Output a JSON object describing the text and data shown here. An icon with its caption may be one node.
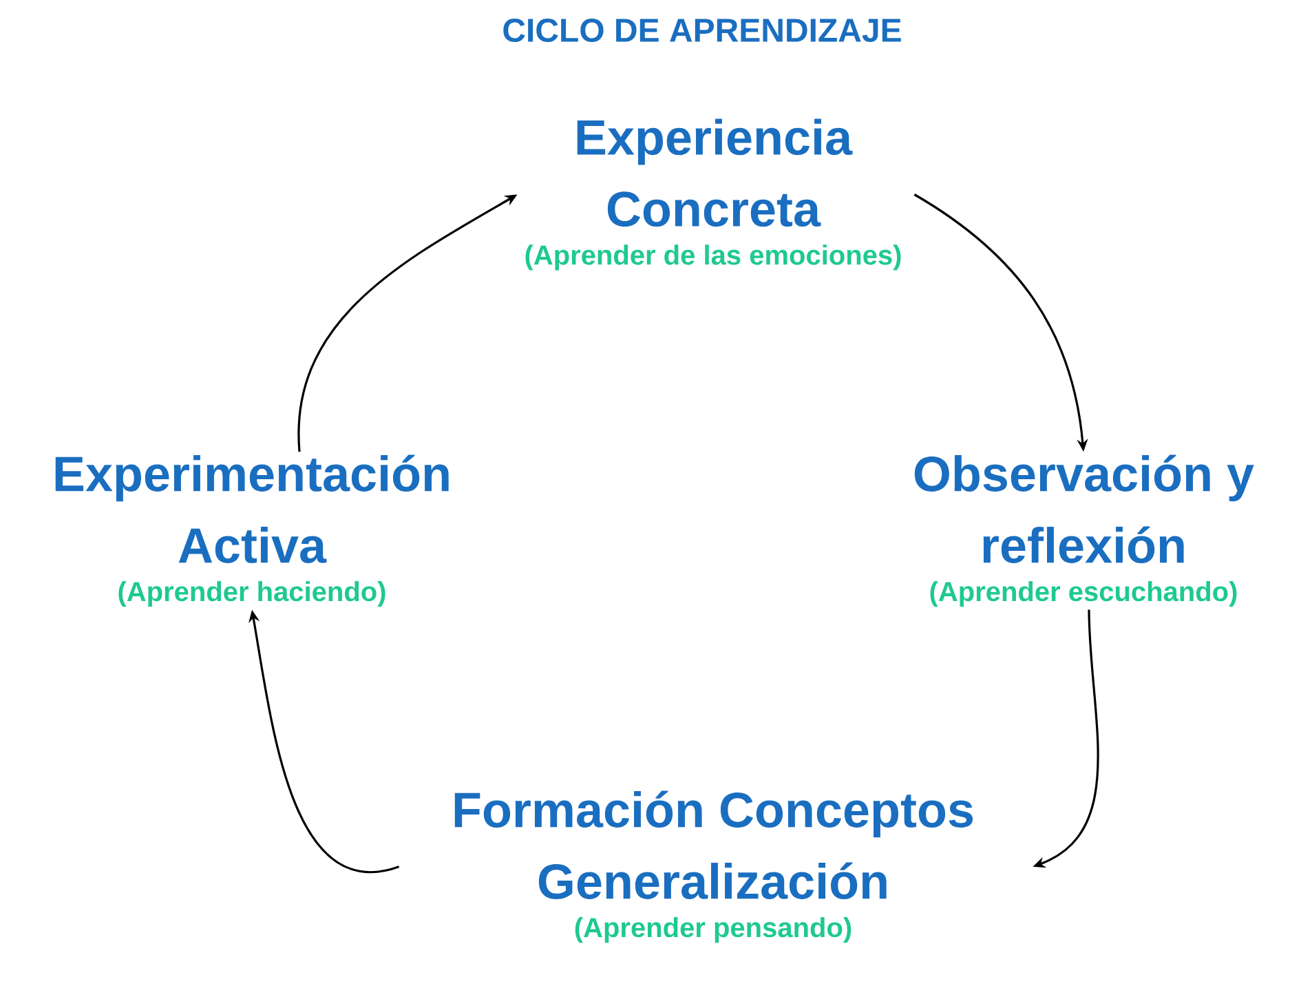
{
  "diagram": {
    "title": "CICLO DE APRENDIZAJE",
    "nodes": [
      {
        "text": [
          "Experiencia Concreta",
          "(Aprender de las emociones)"
        ]
      },
      {
        "text": [
          "Observación y reflexión",
          "(Aprender escuchando)"
        ]
      },
      {
        "text": [
          "Formación Conceptos Generalización",
          "(Aprender pensando)"
        ]
      },
      {
        "text": [
          "Experimentación Activa",
          "(Aprender haciendo)"
        ]
      }
    ],
    "edges": [
      {
        "from": 0,
        "to": 1,
        "arrow": "to"
      },
      {
        "from": 1,
        "to": 2,
        "arrow": "to"
      },
      {
        "from": 2,
        "to": 3,
        "arrow": "to"
      },
      {
        "from": 3,
        "to": 0,
        "arrow": "to"
      }
    ]
  }
}
